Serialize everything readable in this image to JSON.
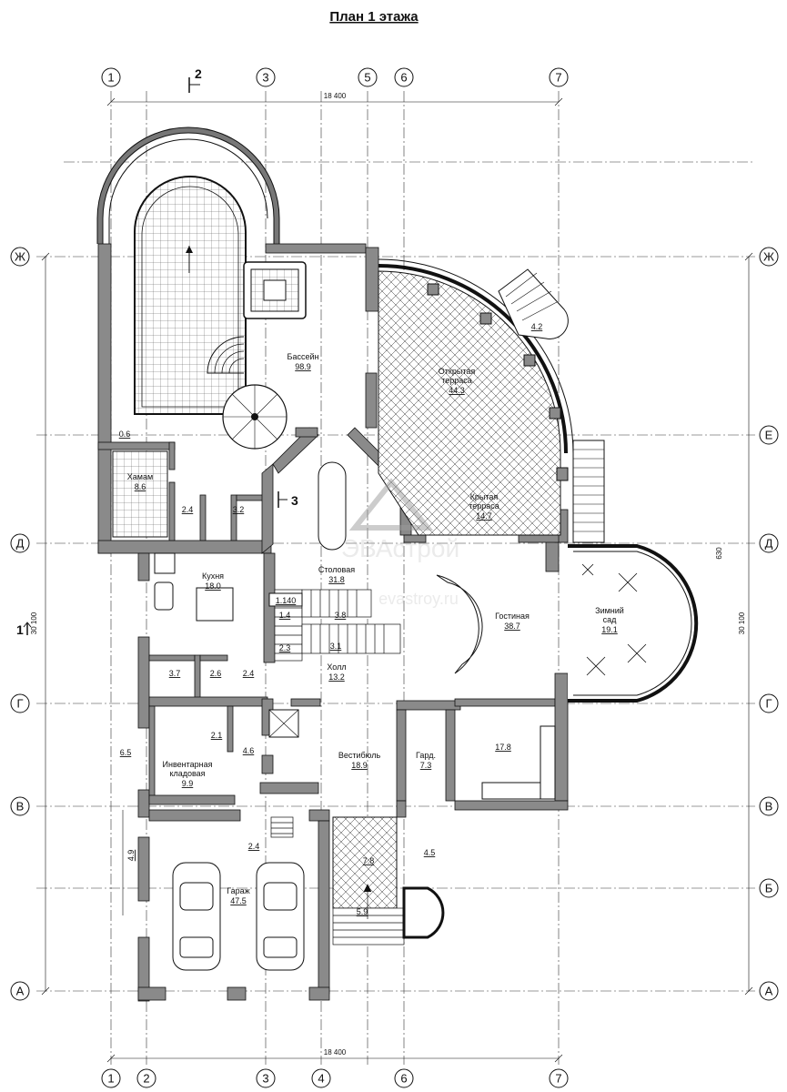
{
  "title": "План 1 этажа",
  "axes": {
    "top_numbers": [
      "1",
      "3",
      "5",
      "6",
      "7"
    ],
    "bottom_numbers": [
      "1",
      "2",
      "3",
      "4",
      "6",
      "7"
    ],
    "side_letters": [
      "Ж",
      "Е",
      "Д",
      "Г",
      "В",
      "Б",
      "А"
    ]
  },
  "dimensions": {
    "overall_width_top": "18 400",
    "overall_width_bottom": "18 400",
    "overall_height_left": "30 100",
    "overall_height_right": "30 100",
    "offset_right": "630",
    "balcony_width": "0.6",
    "level_mark": "1.140",
    "stair_dim_1": "1.4",
    "stair_dim_2": "3.8",
    "stair_dim_3": "2.3",
    "stair_dim_4": "3.1",
    "garage_depth": "4.9",
    "entry_stair": "5.9",
    "entry_side": "4.5",
    "terrace_stair": "4.2"
  },
  "section_marks": {
    "mark_2": "2",
    "mark_3": "3",
    "mark_1": "1"
  },
  "rooms": [
    {
      "name": "Бассейн",
      "area": "98.9"
    },
    {
      "name": "Открытая терраса",
      "area": "44.3"
    },
    {
      "name": "Хамам",
      "area": "8.6"
    },
    {
      "name": "Крытая терраса",
      "area": "14.7"
    },
    {
      "name": "Кухня",
      "area": "18.0"
    },
    {
      "name": "Столовая",
      "area": "31.8"
    },
    {
      "name": "Гостиная",
      "area": "38.7"
    },
    {
      "name": "Зимний сад",
      "area": "19.1"
    },
    {
      "name": "Холл",
      "area": "13.2"
    },
    {
      "name": "Вестибюль",
      "area": "18.9"
    },
    {
      "name": "Гард.",
      "area": "7.3"
    },
    {
      "name": "Инвентарная кладовая",
      "area": "9.9"
    },
    {
      "name": "Гараж",
      "area": "47.5"
    }
  ],
  "small_areas": {
    "a_2_4_hamam": "2.4",
    "a_3_2": "3.2",
    "a_3_7": "3.7",
    "a_2_6": "2.6",
    "a_2_4_kitchen": "2.4",
    "a_2_1": "2.1",
    "a_4_6": "4.6",
    "a_6_5": "6.5",
    "a_17_8": "17.8",
    "a_2_4_garage": "2.4",
    "a_7_8": "7.8"
  },
  "watermark": {
    "brand": "ЭВАстрой",
    "site": "evastroy.ru"
  },
  "colors": {
    "wall_fill": "#8a8a8a",
    "line": "#111111",
    "axis_line": "#333333"
  }
}
